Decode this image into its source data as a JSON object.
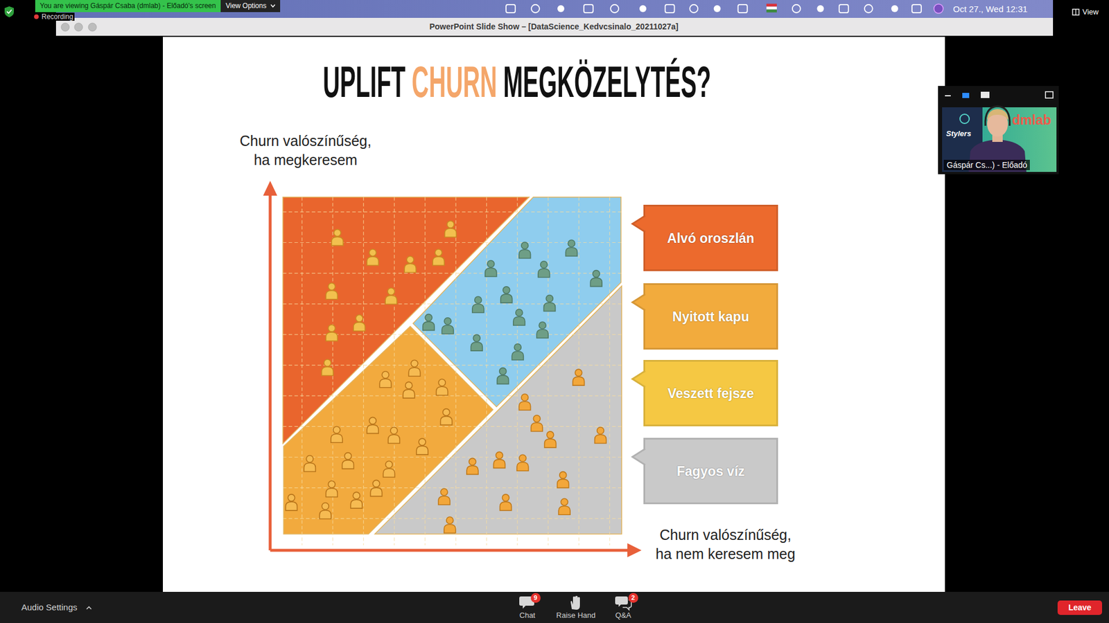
{
  "diagram": {
    "nodes": [
      {
        "text": [
          "Alvó oroszlán"
        ]
      },
      {
        "text": [
          "Nyitott kapu"
        ]
      },
      {
        "text": [
          "Veszett fejsze"
        ]
      },
      {
        "text": [
          "Fagyos víz"
        ]
      }
    ],
    "labels": [
      "You are viewing Gáspár Csaba (dmlab) - Előadó's screen",
      "View Options",
      "Recording",
      "Oct 27., Wed 12:31",
      "View",
      "PowerPoint Slide Show – [DataScience_Kedvcsinalo_20211027a]",
      "UPLIFT",
      "CHURN",
      "MEGKÖZELYTÉS?",
      "Churn valószínűség, ha megkeresem",
      "Churn valószínűség, ha nem keresem meg",
      "dmlab",
      "Stylers",
      "Gáspár Cs...) - Előadó",
      "Audio Settings",
      "9",
      "Chat",
      "Raise Hand",
      "2",
      "Q&A",
      "Leave"
    ]
  }
}
